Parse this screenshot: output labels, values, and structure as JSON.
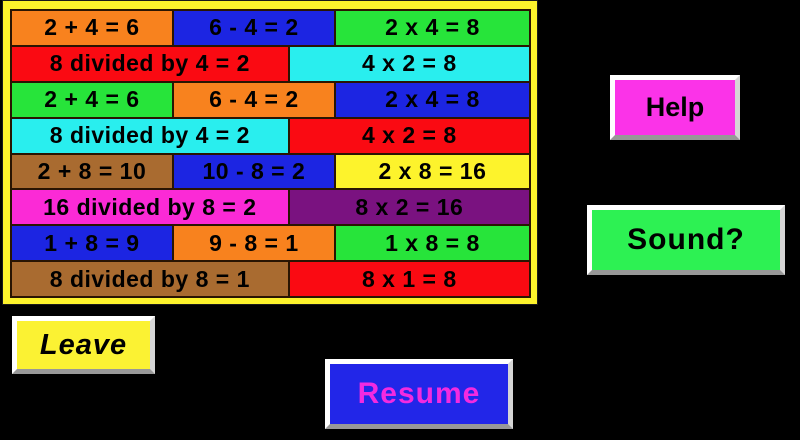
{
  "panel": {
    "frame_color": "#fdf32c",
    "line_color": "#2a1502",
    "rows": [
      {
        "cells": [
          {
            "text": "2 + 4 = 6",
            "bg": "#f8821e",
            "w": "31.2%"
          },
          {
            "text": "6 - 4 = 2",
            "bg": "#1c25e2",
            "w": "31.2%"
          },
          {
            "text": "2 x 4 = 8",
            "bg": "#27e43a",
            "w": "37.6%"
          }
        ]
      },
      {
        "cells": [
          {
            "text": "8 divided by 4 = 2",
            "bg": "#fa0a12",
            "w": "53.5%"
          },
          {
            "text": "4 x 2 = 8",
            "bg": "#29eeee",
            "w": "46.5%"
          }
        ]
      },
      {
        "cells": [
          {
            "text": "2 + 4 = 6",
            "bg": "#27e43a",
            "w": "31.2%"
          },
          {
            "text": "6 - 4 = 2",
            "bg": "#f8821e",
            "w": "31.2%"
          },
          {
            "text": "2 x 4 = 8",
            "bg": "#1c25e2",
            "w": "37.6%"
          }
        ]
      },
      {
        "cells": [
          {
            "text": "8 divided by 4 = 2",
            "bg": "#29eeee",
            "w": "53.5%"
          },
          {
            "text": "4 x 2 = 8",
            "bg": "#fa0a12",
            "w": "46.5%"
          }
        ]
      },
      {
        "cells": [
          {
            "text": "2 + 8 = 10",
            "bg": "#a96b30",
            "w": "31.2%"
          },
          {
            "text": "10 - 8 = 2",
            "bg": "#1c25e2",
            "w": "31.2%"
          },
          {
            "text": "2 x 8 = 16",
            "bg": "#fdf32c",
            "w": "37.6%"
          }
        ]
      },
      {
        "cells": [
          {
            "text": "16 divided by 8 = 2",
            "bg": "#fb2ad6",
            "w": "53.5%"
          },
          {
            "text": "8 x 2 = 16",
            "bg": "#7a1280",
            "w": "46.5%"
          }
        ]
      },
      {
        "cells": [
          {
            "text": "1 + 8 = 9",
            "bg": "#1c25e2",
            "w": "31.2%"
          },
          {
            "text": "9 - 8 = 1",
            "bg": "#f8821e",
            "w": "31.2%"
          },
          {
            "text": "1 x 8 = 8",
            "bg": "#27e43a",
            "w": "37.6%"
          }
        ]
      },
      {
        "cells": [
          {
            "text": "8 divided by 8 = 1",
            "bg": "#a96b30",
            "w": "53.5%"
          },
          {
            "text": "8 x 1 = 8",
            "bg": "#fa0a12",
            "w": "46.5%"
          }
        ]
      }
    ]
  },
  "buttons": {
    "help": {
      "label": "Help",
      "bg": "#fb33e8",
      "fg": "#000000"
    },
    "sound": {
      "label": "Sound?",
      "bg": "#2df153",
      "fg": "#000000"
    },
    "leave": {
      "label": "Leave",
      "bg": "#fbf233",
      "fg": "#000000"
    },
    "resume": {
      "label": "Resume",
      "bg": "#2226e8",
      "fg": "#f32ae0"
    }
  }
}
